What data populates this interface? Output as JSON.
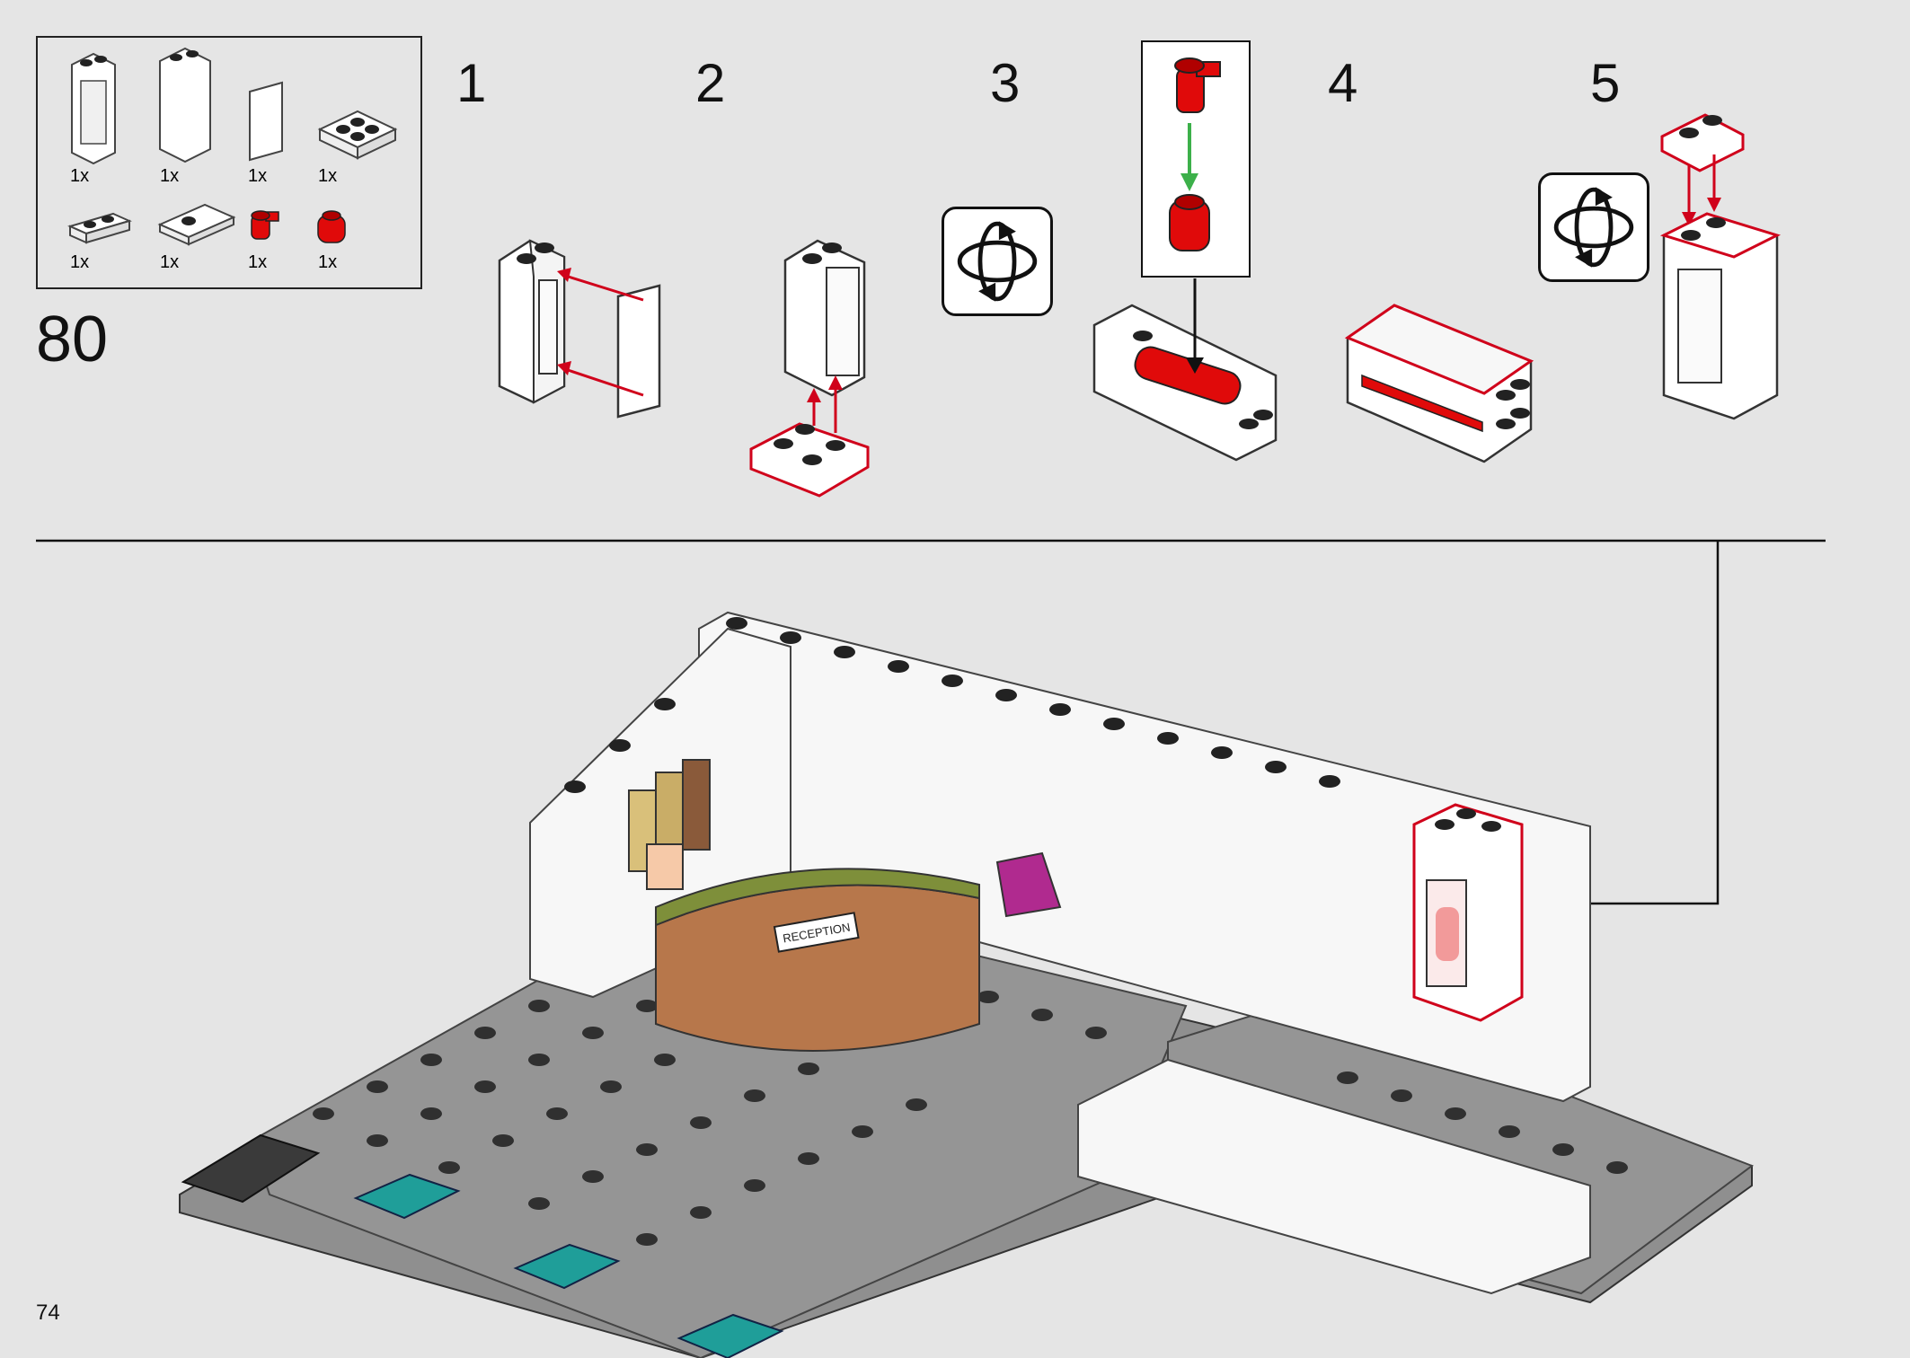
{
  "page_number": "74",
  "main_step": "80",
  "parts_list": {
    "items": [
      {
        "name": "white-panel-1x2x3-with-studs",
        "qty": "1x"
      },
      {
        "name": "white-panel-tall",
        "qty": "1x"
      },
      {
        "name": "clear-glass-pane",
        "qty": "1x"
      },
      {
        "name": "white-plate-2x2",
        "qty": "1x"
      },
      {
        "name": "white-plate-1x2",
        "qty": "1x"
      },
      {
        "name": "white-tile-with-stud",
        "qty": "1x"
      },
      {
        "name": "red-tap",
        "qty": "1x"
      },
      {
        "name": "red-round-brick",
        "qty": "1x"
      }
    ]
  },
  "sub_steps": [
    {
      "label": "1"
    },
    {
      "label": "2"
    },
    {
      "label": "3"
    },
    {
      "label": "4"
    },
    {
      "label": "5"
    }
  ],
  "reception_sign": "RECEPTION",
  "icons": {
    "rotate": "rotate-model-icon",
    "arrow": "assembly-arrow-icon"
  },
  "colors": {
    "background": "#e5e5e5",
    "highlight_red": "#d0021b",
    "brick_red": "#e00a0a",
    "baseplate": "#8f8f8f",
    "wall_white": "#f7f7f7",
    "desk_brown": "#b7774b",
    "desk_green": "#7e8f3a",
    "teal_plate": "#1f9e99"
  }
}
